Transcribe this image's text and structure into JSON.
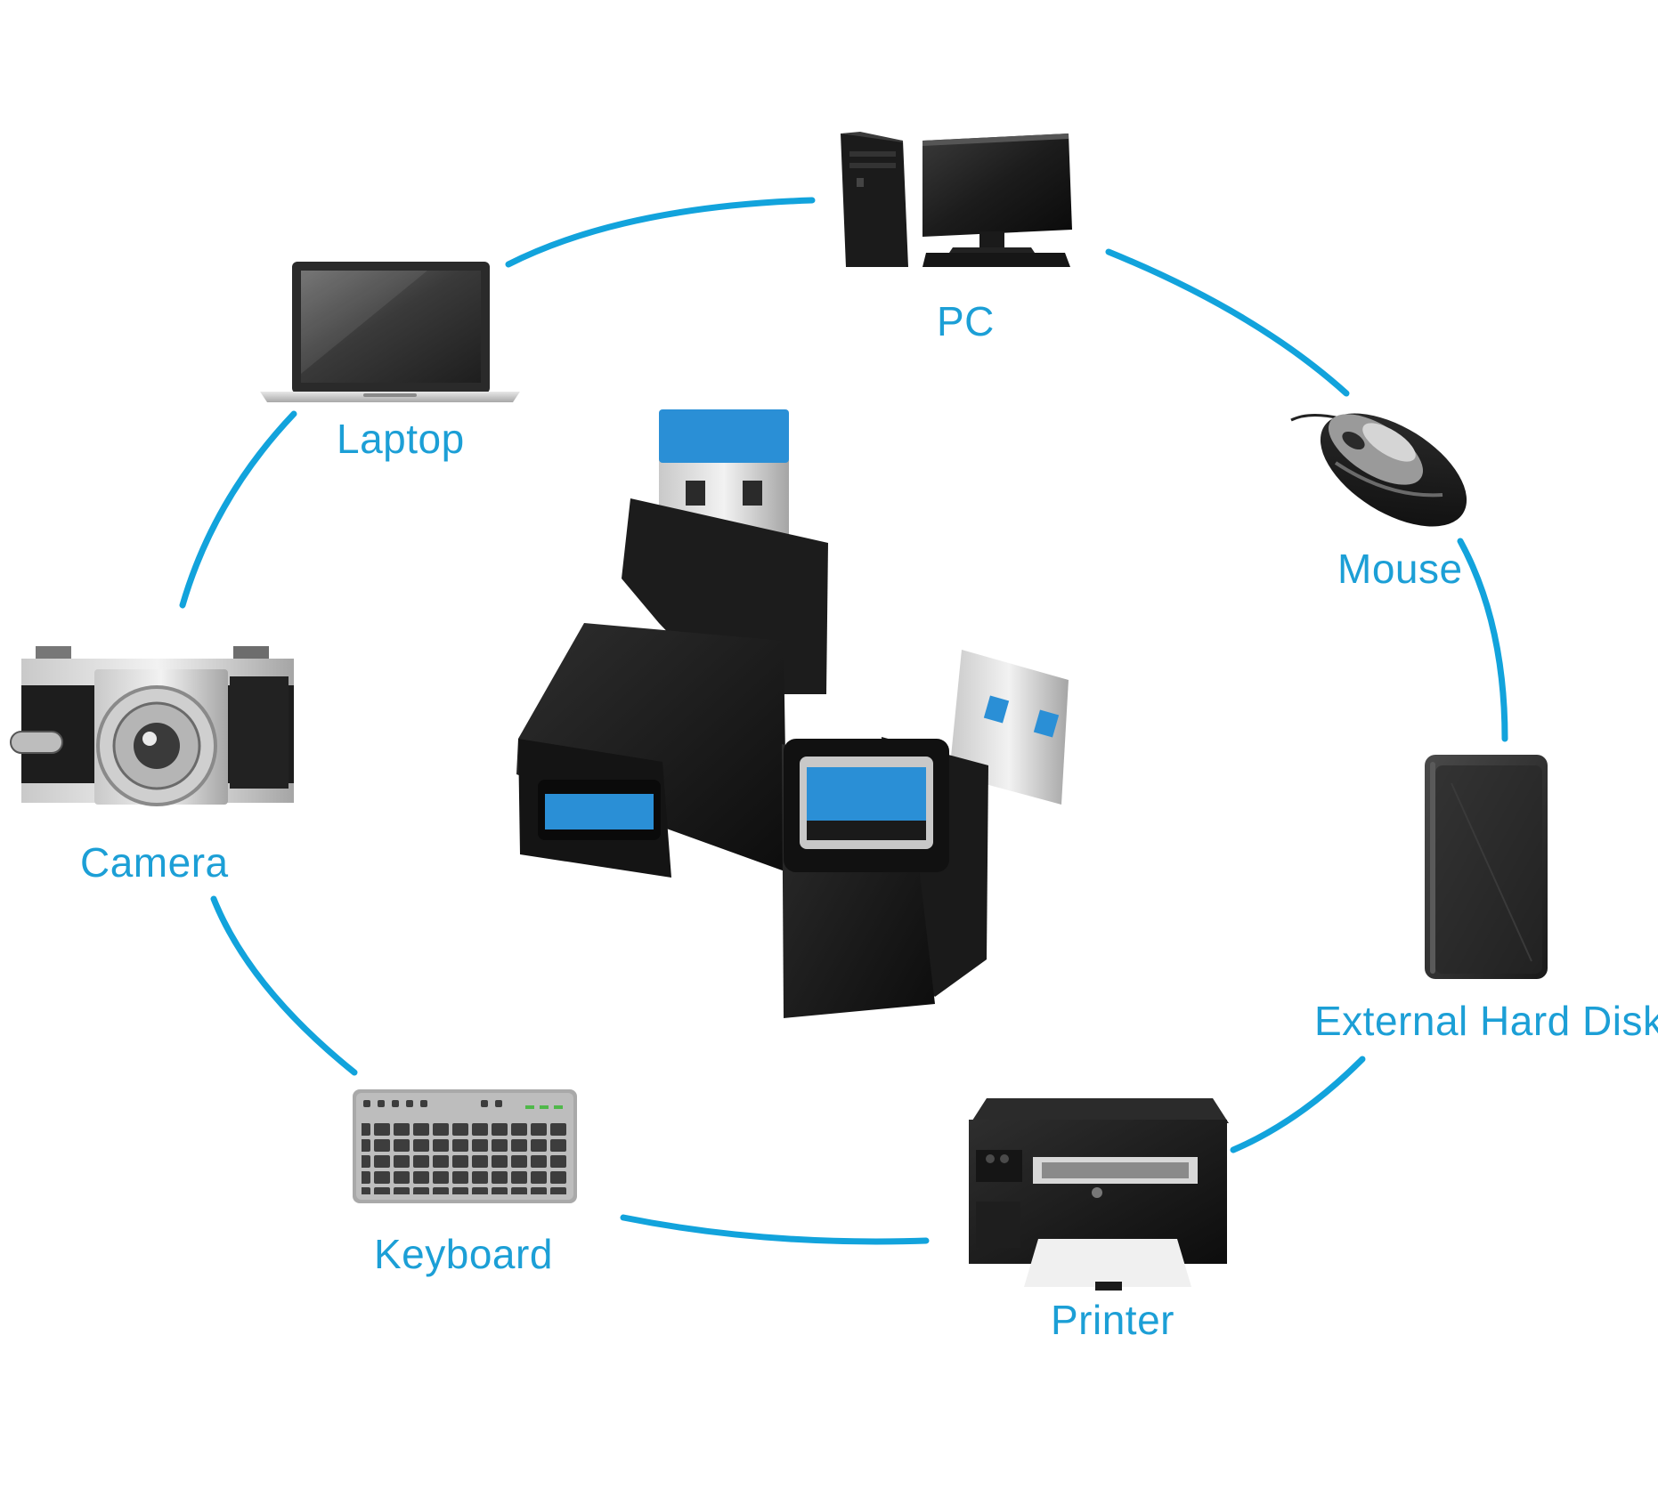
{
  "colors": {
    "accent": "#12a3dc",
    "label": "#1c9fd6",
    "device_dark": "#1a1a1a",
    "usb_blue": "#2a8fd6"
  },
  "center": {
    "icon": "usb-3-right-angle-adapter-pair"
  },
  "devices": [
    {
      "id": "pc",
      "label": "PC",
      "icon": "desktop-pc-icon"
    },
    {
      "id": "mouse",
      "label": "Mouse",
      "icon": "mouse-icon"
    },
    {
      "id": "hdd",
      "label": "External Hard Disk",
      "icon": "external-hard-disk-icon"
    },
    {
      "id": "printer",
      "label": "Printer",
      "icon": "printer-icon"
    },
    {
      "id": "keyboard",
      "label": "Keyboard",
      "icon": "keyboard-icon"
    },
    {
      "id": "camera",
      "label": "Camera",
      "icon": "camera-icon"
    },
    {
      "id": "laptop",
      "label": "Laptop",
      "icon": "laptop-icon"
    }
  ]
}
